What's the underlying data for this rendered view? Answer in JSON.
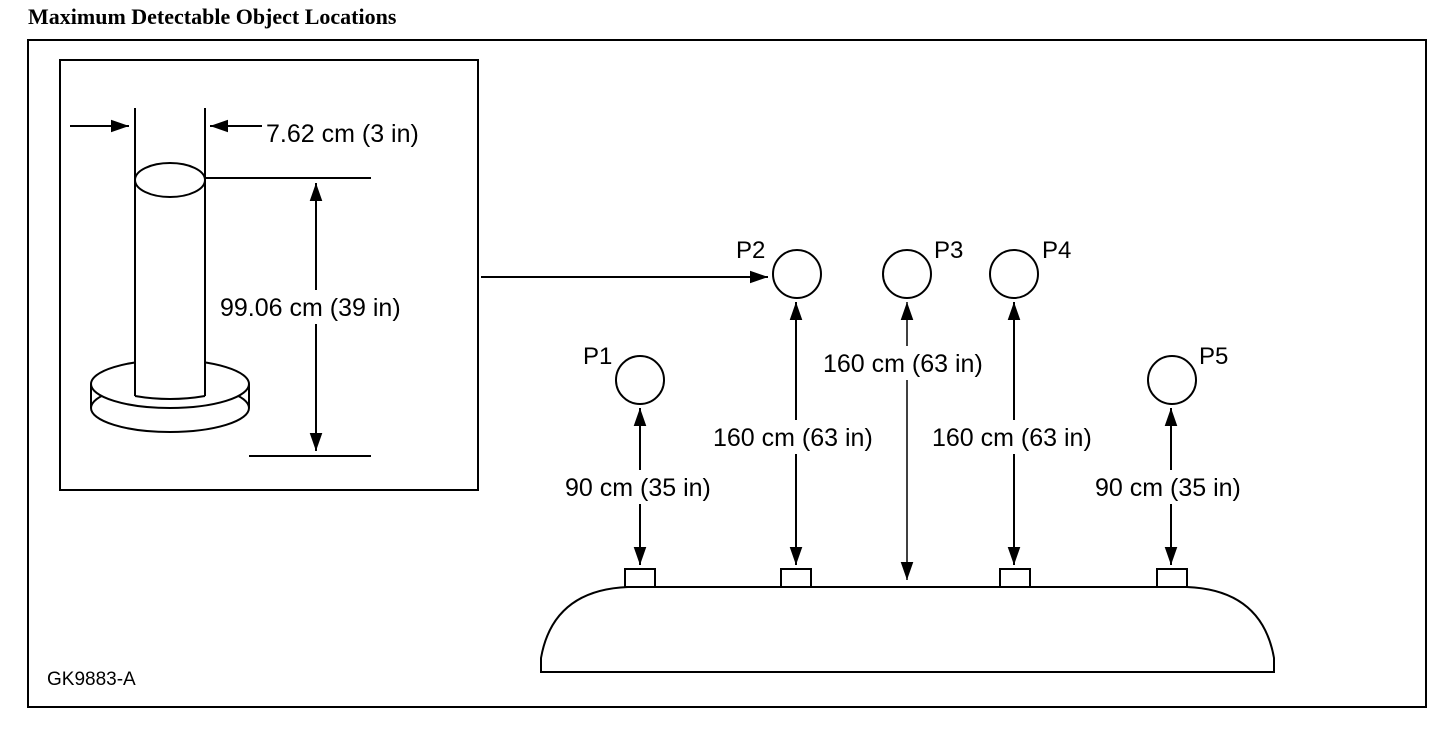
{
  "header": {
    "title": "Maximum Detectable Object Locations"
  },
  "inset": {
    "width_label": "7.62 cm (3 in)",
    "height_label": "99.06 cm (39 in)"
  },
  "sensors": [
    {
      "name": "P1",
      "range_label": "90 cm (35 in)"
    },
    {
      "name": "P2",
      "range_label": "160 cm (63 in)"
    },
    {
      "name": "P3",
      "range_label": "160 cm (63 in)"
    },
    {
      "name": "P4",
      "range_label": "160 cm (63 in)"
    },
    {
      "name": "P5",
      "range_label": "90 cm (35 in)"
    }
  ],
  "figure_code": "GK9883-A"
}
